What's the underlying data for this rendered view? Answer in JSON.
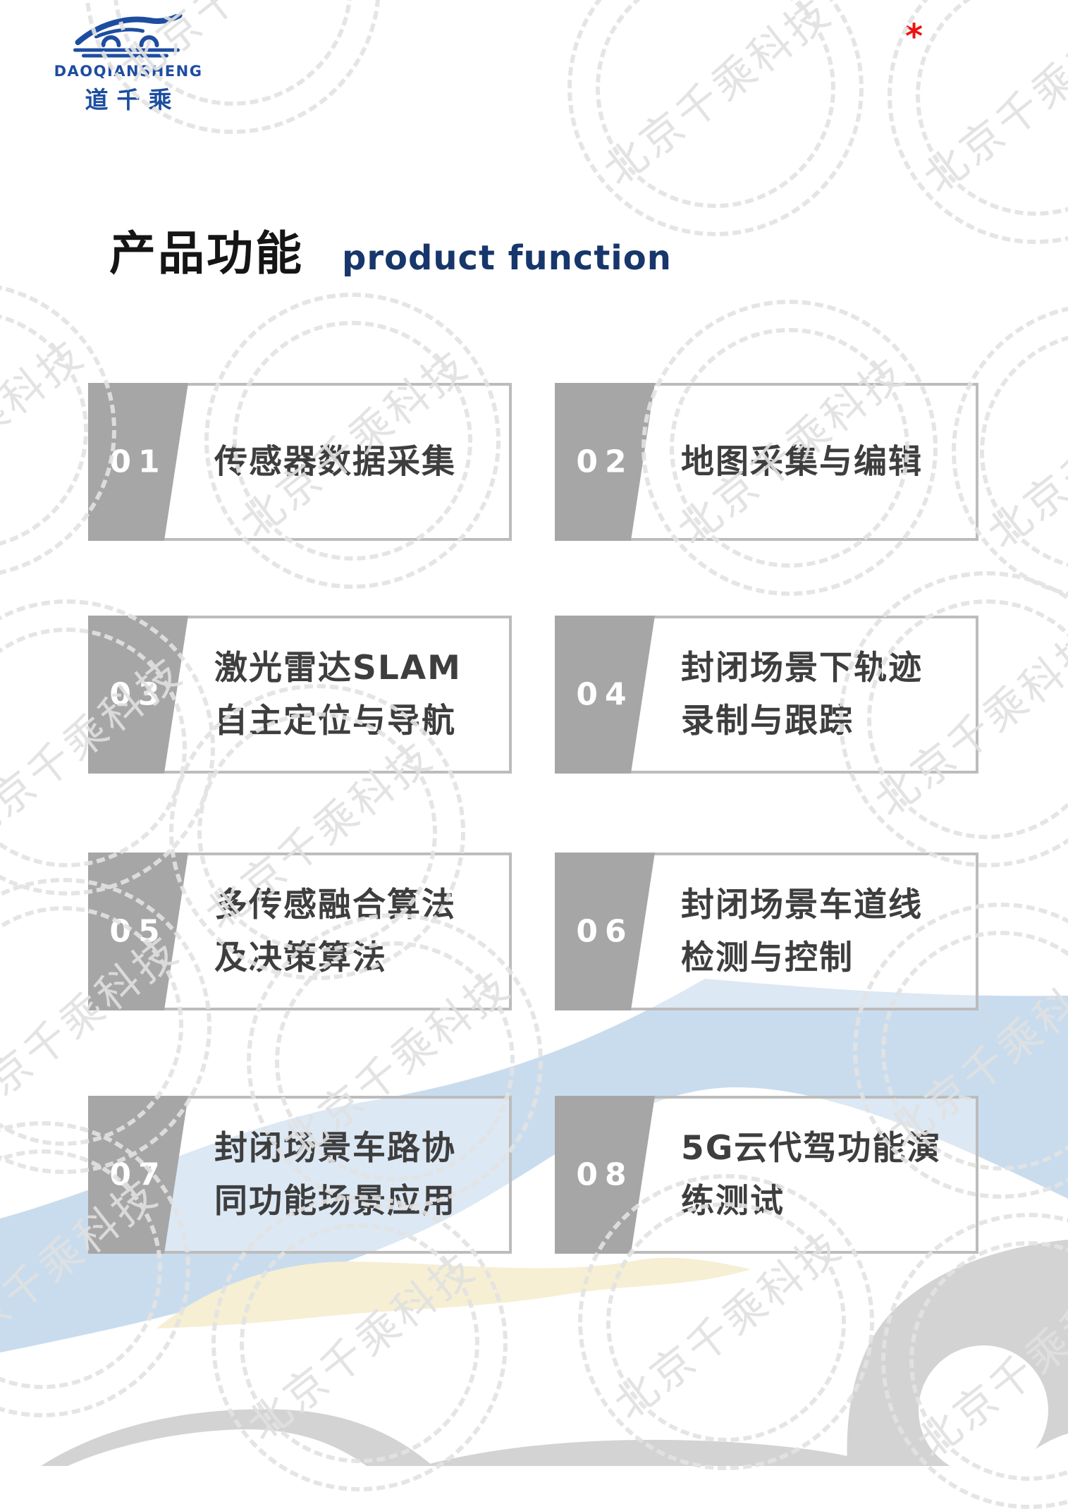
{
  "watermark": {
    "text": "北京千乘科技"
  },
  "logo": {
    "brand_en": "DAOQIANSHENG",
    "brand_cn": "道千乘",
    "color": "#1d4da0",
    "icon": "car-swoosh-icon"
  },
  "header_note": {
    "asterisk": "*",
    "color": "#ee1212"
  },
  "title": {
    "cn": "产品功能",
    "en": "product function",
    "cn_color": "#151515",
    "en_color": "#17366b"
  },
  "cards": [
    {
      "num": "01",
      "lines": [
        "传感器数据采集"
      ]
    },
    {
      "num": "02",
      "lines": [
        "地图采集与编辑"
      ]
    },
    {
      "num": "03",
      "lines": [
        "激光雷达SLAM",
        "自主定位与导航"
      ]
    },
    {
      "num": "04",
      "lines": [
        "封闭场景下轨迹",
        "录制与跟踪"
      ]
    },
    {
      "num": "05",
      "lines": [
        "多传感融合算法",
        "及决策算法"
      ]
    },
    {
      "num": "06",
      "lines": [
        "封闭场景车道线",
        "检测与控制"
      ]
    },
    {
      "num": "07",
      "lines": [
        "封闭场景车路协",
        "同功能场景应用"
      ]
    },
    {
      "num": "08",
      "lines": [
        "5G云代驾功能演",
        "练测试"
      ]
    }
  ],
  "colors": {
    "card_number_bg": "#a6a6a6",
    "card_border": "#bcbcbc",
    "card_text": "#3e3e3e",
    "card_number_text": "#ffffff",
    "wave_blue": "#c9dcee",
    "wave_yellow": "#f6efd4",
    "wave_gray": "#d3d3d3",
    "watermark_gray": "#e2e2e2"
  }
}
